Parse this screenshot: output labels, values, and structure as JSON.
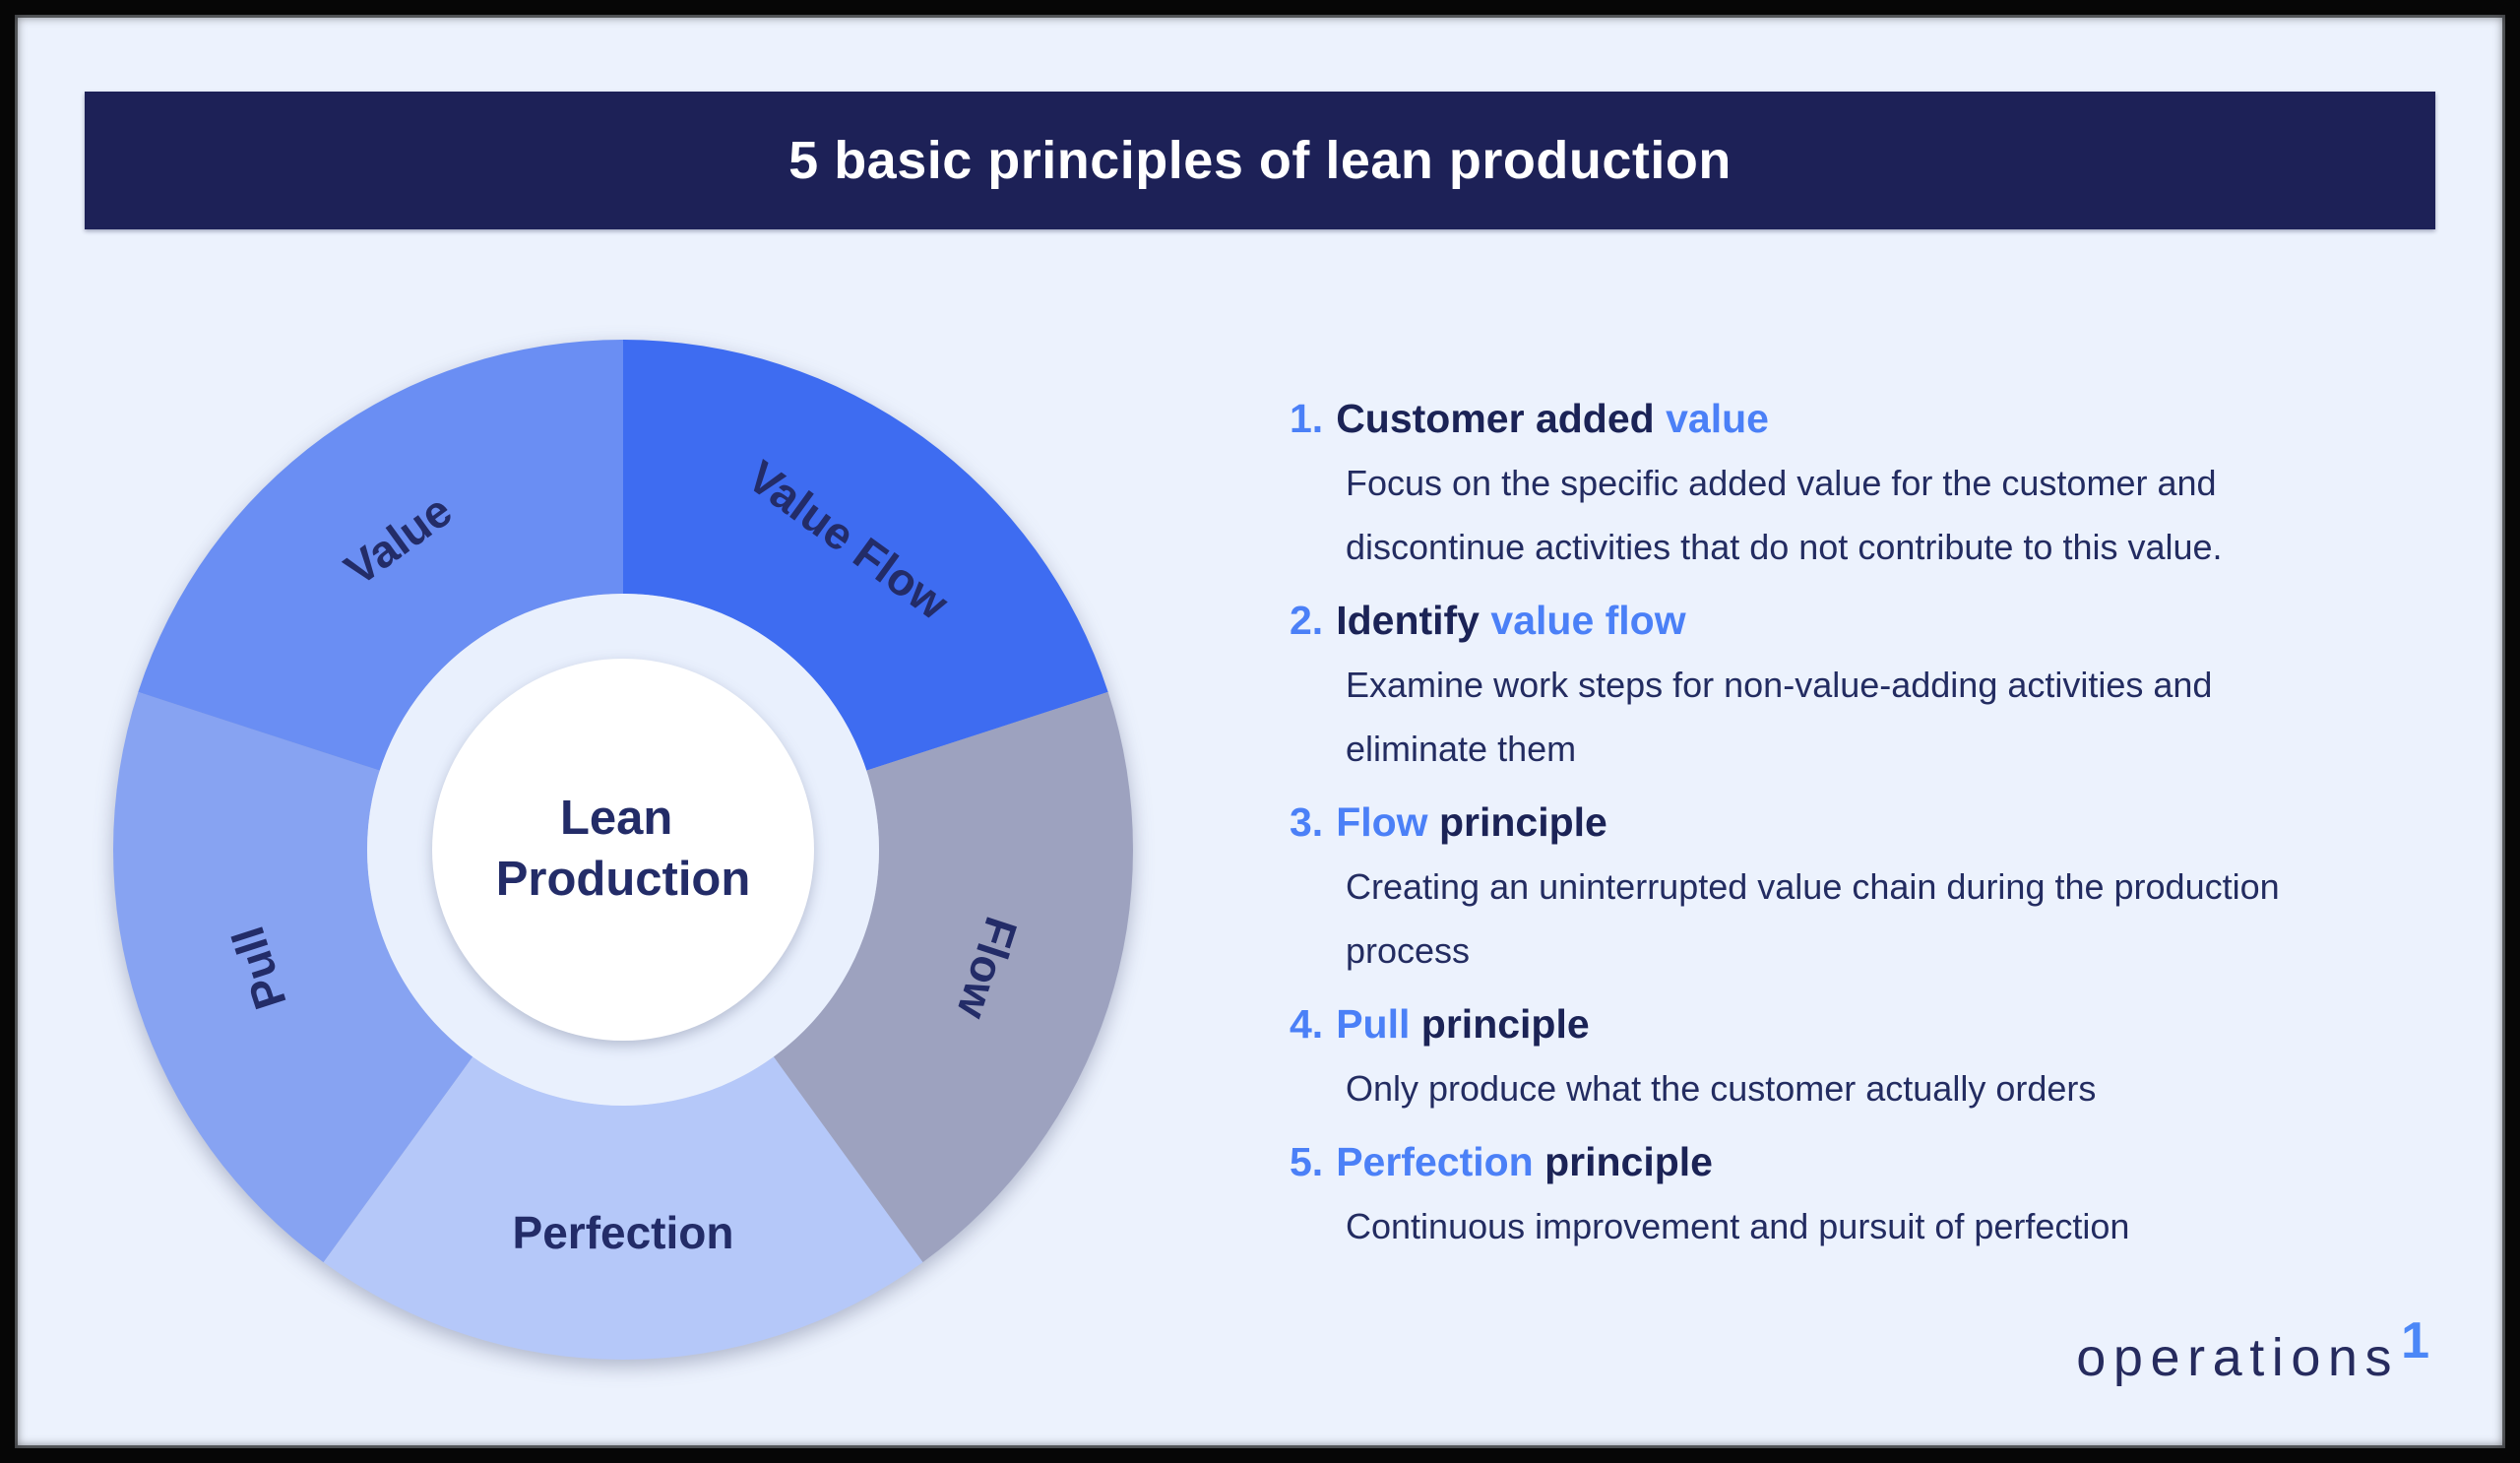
{
  "frame": {
    "border_color": "#060606",
    "background": "#ecf2fd"
  },
  "banner": {
    "title": "5 basic principles of lean production",
    "bg": "#1d2157",
    "text_color": "#ffffff"
  },
  "donut": {
    "center_line1": "Lean",
    "center_line2": "Production",
    "center_text_color": "#232c68",
    "ring_gap_color": "#e9f0fd",
    "center_circle_color": "#ffffff",
    "label_color": "#232c68",
    "segments": [
      {
        "label": "Value Flow",
        "color": "#3e6cf1",
        "start_deg": 0,
        "end_deg": 72,
        "label_rotation": 36
      },
      {
        "label": "Flow",
        "color": "#9da2bf",
        "start_deg": 72,
        "end_deg": 144,
        "label_rotation": 108
      },
      {
        "label": "Perfection",
        "color": "#b5c8f9",
        "start_deg": 144,
        "end_deg": 216,
        "label_rotation": 0
      },
      {
        "label": "Pull",
        "color": "#87a3f2",
        "start_deg": 216,
        "end_deg": 288,
        "label_rotation": -108
      },
      {
        "label": "Value",
        "color": "#6a8ef3",
        "start_deg": 288,
        "end_deg": 360,
        "label_rotation": -36
      }
    ]
  },
  "principles": [
    {
      "num": "1.",
      "parts": [
        {
          "text": "Customer added",
          "accent": false
        },
        {
          "text": "value",
          "accent": true
        }
      ],
      "body": "Focus on the specific added value for the customer and\ndiscontinue activities that do not contribute to this value."
    },
    {
      "num": "2.",
      "parts": [
        {
          "text": "Identify",
          "accent": false
        },
        {
          "text": "value flow",
          "accent": true
        }
      ],
      "body": "Examine work steps for non-value-adding activities and\neliminate them"
    },
    {
      "num": "3.",
      "parts": [
        {
          "text": "Flow",
          "accent": true
        },
        {
          "text": "principle",
          "accent": false
        }
      ],
      "body": "Creating an uninterrupted value chain during the production\nprocess"
    },
    {
      "num": "4.",
      "parts": [
        {
          "text": "Pull",
          "accent": true
        },
        {
          "text": "principle",
          "accent": false
        }
      ],
      "body": "Only produce what the customer actually orders"
    },
    {
      "num": "5.",
      "parts": [
        {
          "text": "Perfection",
          "accent": true
        },
        {
          "text": "principle",
          "accent": false
        }
      ],
      "body": "Continuous improvement and pursuit of perfection"
    }
  ],
  "colors": {
    "accent": "#4b80f7",
    "heading_navy": "#1b2356",
    "body_navy": "#232c61",
    "banner_navy": "#1d2157"
  },
  "logo": {
    "text": "operations",
    "mark": "1",
    "text_color": "#262b5e",
    "mark_color": "#4b87f7"
  }
}
